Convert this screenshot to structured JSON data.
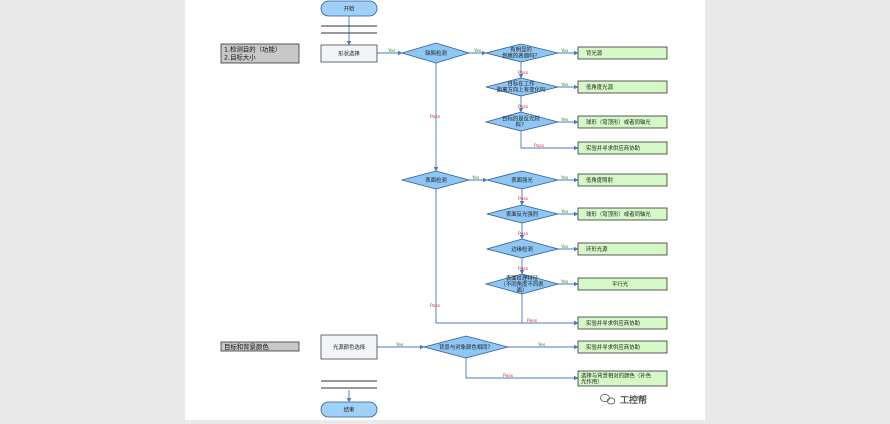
{
  "side_labels": {
    "purpose": [
      "1.检测目的（功能）",
      "2.目标大小"
    ],
    "color": "目标和背景颜色"
  },
  "nodes": {
    "start": "开始",
    "end": "结束",
    "shape_select": "形状选择",
    "light_color_select": "光源颜色选择",
    "d_defect": "缺陷检测",
    "d_scratch_obvious": [
      "有明显的",
      "划痕的表面吗？"
    ],
    "d_surface_sensitive": [
      "目标在工作",
      "距离方向上有变化吗"
    ],
    "d_reflective": [
      "目标的是反光材",
      "料？"
    ],
    "d_surface_type": "表面检测",
    "d_surface_glare": "表面强光",
    "d_surface_reflect": "表面反光强烈",
    "d_edge": "边缘检测",
    "d_texture": [
      "表面纹理特征",
      "（不同角度不同表",
      "面）"
    ],
    "d_color_contrast": "背景与对象颜色相同？",
    "r_lowangle": "背光源",
    "r_coaxial_low": "低角度光源",
    "r_coaxial": "球形（穹顶形）或者同轴光",
    "r_test1": "实验并寻求供应商协助",
    "r_lowangle2": "低角度照射",
    "r_coaxial2": "球形（穹顶形）或者同轴光",
    "r_ring": "环形光源",
    "r_parallel": "平行光",
    "r_test2": "实验并寻求供应商协助",
    "r_test3": "实验并寻求供应商协助",
    "r_complement": [
      "选择与背景相对的颜色（补色",
      "光作用）"
    ]
  },
  "edge_labels": {
    "yes": "Yes",
    "no": "Poss"
  },
  "watermark": "工控帮",
  "colors": {
    "diamond_fill": "#8ec6f4",
    "result_fill": "#d4f8c6",
    "start_fill": "#9fd0f7",
    "yes_green": "#2e8b2e",
    "no_red": "#d03030",
    "line_blue": "#4a78c0"
  }
}
